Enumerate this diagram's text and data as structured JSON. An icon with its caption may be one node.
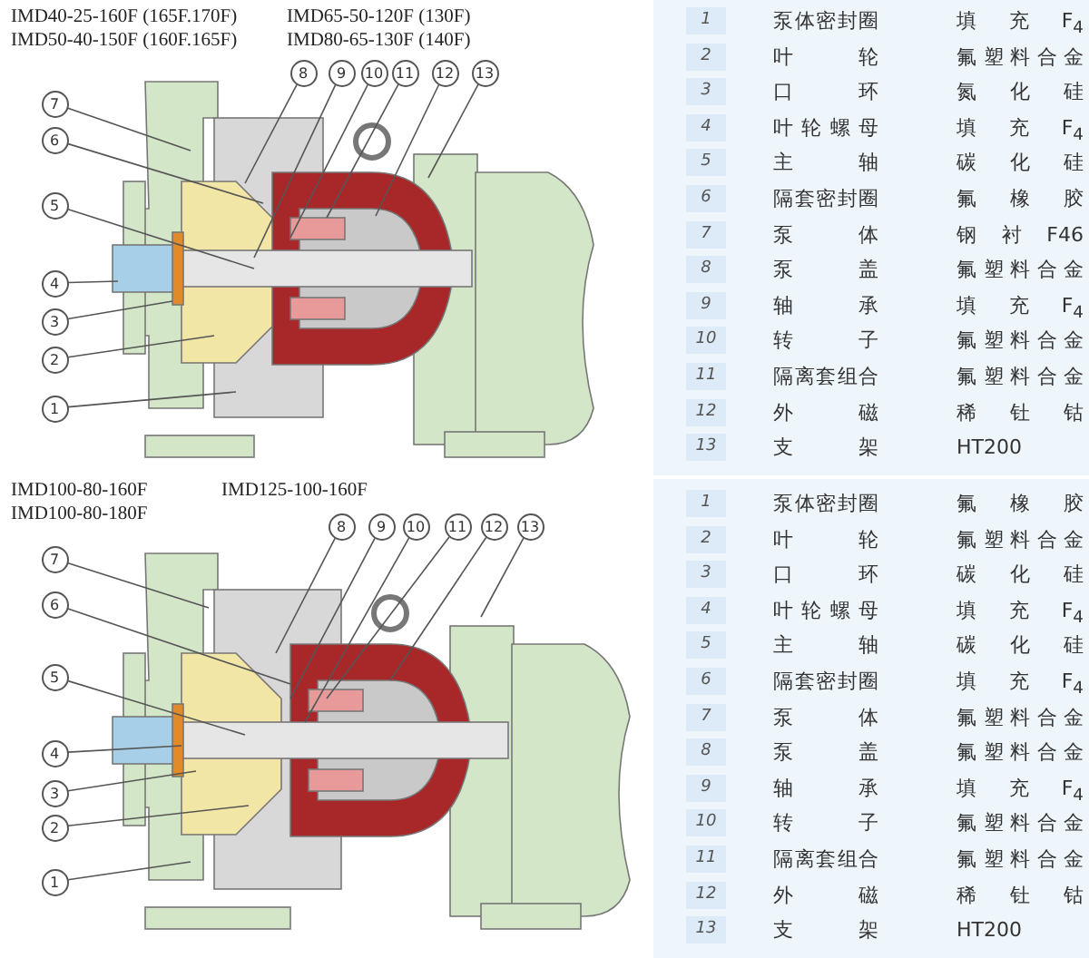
{
  "diagram": {
    "nodes": [
      {
        "text": [
          "8"
        ]
      },
      {
        "text": [
          "9"
        ]
      },
      {
        "text": [
          "10"
        ]
      },
      {
        "text": [
          "11"
        ]
      },
      {
        "text": [
          "12"
        ]
      },
      {
        "text": [
          "13"
        ]
      },
      {
        "text": [
          "7"
        ]
      },
      {
        "text": [
          "6"
        ]
      },
      {
        "text": [
          "5"
        ]
      },
      {
        "text": [
          "4"
        ]
      },
      {
        "text": [
          "3"
        ]
      },
      {
        "text": [
          "2"
        ]
      },
      {
        "text": [
          "1"
        ]
      },
      {
        "text": [
          "8"
        ]
      },
      {
        "text": [
          "9"
        ]
      },
      {
        "text": [
          "10"
        ]
      },
      {
        "text": [
          "11"
        ]
      },
      {
        "text": [
          "12"
        ]
      },
      {
        "text": [
          "13"
        ]
      },
      {
        "text": [
          "7"
        ]
      },
      {
        "text": [
          "6"
        ]
      },
      {
        "text": [
          "5"
        ]
      },
      {
        "text": [
          "4"
        ]
      },
      {
        "text": [
          "3"
        ]
      },
      {
        "text": [
          "2"
        ]
      },
      {
        "text": [
          "1"
        ]
      }
    ],
    "edges": [
      {
        "from": 0,
        "to": null,
        "arrow": "none"
      },
      {
        "from": 1,
        "to": null,
        "arrow": "none"
      },
      {
        "from": 2,
        "to": null,
        "arrow": "none"
      },
      {
        "from": 3,
        "to": null,
        "arrow": "none"
      },
      {
        "from": 4,
        "to": null,
        "arrow": "none"
      },
      {
        "from": 5,
        "to": null,
        "arrow": "none"
      },
      {
        "from": 6,
        "to": null,
        "arrow": "none"
      },
      {
        "from": 7,
        "to": null,
        "arrow": "none"
      },
      {
        "from": 8,
        "to": null,
        "arrow": "none"
      },
      {
        "from": 9,
        "to": null,
        "arrow": "none"
      },
      {
        "from": 10,
        "to": null,
        "arrow": "none"
      },
      {
        "from": 11,
        "to": null,
        "arrow": "none"
      },
      {
        "from": 12,
        "to": null,
        "arrow": "none"
      },
      {
        "from": 13,
        "to": null,
        "arrow": "none"
      },
      {
        "from": 14,
        "to": null,
        "arrow": "none"
      },
      {
        "from": 15,
        "to": null,
        "arrow": "none"
      },
      {
        "from": 16,
        "to": null,
        "arrow": "none"
      },
      {
        "from": 17,
        "to": null,
        "arrow": "none"
      },
      {
        "from": 18,
        "to": null,
        "arrow": "none"
      },
      {
        "from": 19,
        "to": null,
        "arrow": "none"
      },
      {
        "from": 20,
        "to": null,
        "arrow": "none"
      },
      {
        "from": 21,
        "to": null,
        "arrow": "none"
      },
      {
        "from": 22,
        "to": null,
        "arrow": "none"
      },
      {
        "from": 23,
        "to": null,
        "arrow": "none"
      },
      {
        "from": 24,
        "to": null,
        "arrow": "none"
      },
      {
        "from": 25,
        "to": null,
        "arrow": "none"
      }
    ],
    "labels": [
      "IMD40-25-160F (165F.170F)",
      "IMD50-40-150F (160F.165F)",
      "IMD65-50-120F (130F)",
      "IMD80-65-130F (140F)",
      "1",
      "泵体密封圈",
      "填充F$_{4}$",
      "2",
      "叶轮",
      "氟塑料合金",
      "3",
      "口环",
      "氮化硅",
      "4",
      "叶轮螺母",
      "填充F$_{4}$",
      "5",
      "主轴",
      "碳化硅",
      "6",
      "隔套密封圈",
      "氟橡胶",
      "7",
      "泵体",
      "钢衬F46",
      "8",
      "泵盖",
      "氟塑料合金",
      "9",
      "轴承",
      "填充F$_{4}$",
      "10",
      "转子",
      "氟塑料合金",
      "11",
      "隔离套组合",
      "氟塑料合金",
      "12",
      "外磁",
      "稀钍钴",
      "13",
      "支架",
      "HT200",
      "IMD100-80-160F",
      "IMD100-80-180F",
      "IMD125-100-160F",
      "1",
      "泵体密封圈",
      "氟橡胶",
      "2",
      "叶轮",
      "氟塑料合金",
      "3",
      "口环",
      "碳化硅",
      "4",
      "叶轮螺母",
      "填充F$_{4}$",
      "5",
      "主轴",
      "碳化硅",
      "6",
      "隔套密封圈",
      "填充F$_{4}$",
      "7",
      "泵体",
      "氟塑料合金",
      "8",
      "泵盖",
      "氟塑料合金",
      "9",
      "轴承",
      "填充F$_{4}$",
      "10",
      "转子",
      "氟塑料合金",
      "11",
      "隔离套组合",
      "氟塑料合金",
      "12",
      "外磁",
      "稀钍钴",
      "13",
      "支架",
      "HT200"
    ]
  }
}
